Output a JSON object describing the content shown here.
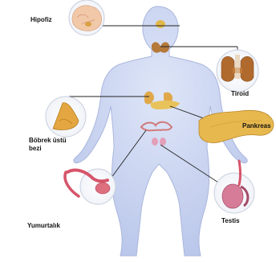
{
  "labels": {
    "hipofiz": "Hipofiz",
    "tiroid": "Tiroid",
    "bobrek_line1": "Böbrek üstü",
    "bobrek_line2": "bezi",
    "pankreas": "Pankreas",
    "yumurtalik": "Yumurtalık",
    "testis": "Testis"
  },
  "colors": {
    "body": "#c9d3ef",
    "body_outline": "#a9b6dd",
    "gland": "#e0b040",
    "line": "#222222"
  }
}
